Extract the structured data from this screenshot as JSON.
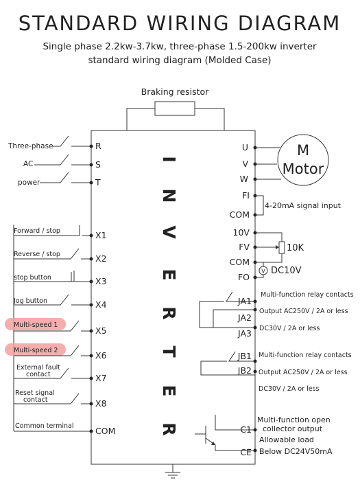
{
  "title": "STANDARD WIRING DIAGRAM",
  "subtitle_line1": "Single phase 2.2kw-3.7kw, three-phase 1.5-200kw inverter",
  "subtitle_line2": "standard wiring diagram (Molded Case)",
  "braking_resistor": "Braking resistor",
  "inverter_letters": [
    "I",
    "N",
    "V",
    "E",
    "R",
    "T",
    "E",
    "R"
  ],
  "power_input": {
    "labels": [
      "Three-phase",
      "AC",
      "power"
    ],
    "terminals": [
      "R",
      "S",
      "T"
    ]
  },
  "left_inputs": [
    {
      "label": "Forward / stop",
      "terminal": "X1",
      "highlight": false
    },
    {
      "label": "Reverse / stop",
      "terminal": "X2",
      "highlight": false
    },
    {
      "label": "stop button",
      "terminal": "X3",
      "highlight": false
    },
    {
      "label": "Jog button",
      "terminal": "X4",
      "highlight": false
    },
    {
      "label": "Multi-speed 1",
      "terminal": "X5",
      "highlight": true
    },
    {
      "label": "Multi-speed 2",
      "terminal": "X6",
      "highlight": true
    },
    {
      "label": "External fault contact",
      "terminal": "X7",
      "highlight": false
    },
    {
      "label": "Reset signal contact",
      "terminal": "X8",
      "highlight": false
    }
  ],
  "common_terminal": {
    "label": "Common terminal",
    "terminal": "COM"
  },
  "motor": {
    "terminals": [
      "U",
      "V",
      "W"
    ],
    "label_m": "M",
    "label_motor": "Motor"
  },
  "analog": {
    "fi": "FI",
    "com": "COM",
    "signal_label": "4-20mA signal input",
    "ten_v": "10V",
    "fv": "FV",
    "com2": "COM",
    "fo": "FO",
    "pot_label": "10K",
    "voltmeter_symbol": "V",
    "dc_label": "DC10V"
  },
  "relay_ja": {
    "terminals": [
      "JA1",
      "JA2",
      "JA3"
    ],
    "desc": [
      "Multi-function relay contacts",
      "Output AC250V / 2A or less",
      "DC30V / 2A or less"
    ]
  },
  "relay_jb": {
    "terminals": [
      "JB1",
      "JB2"
    ],
    "desc": [
      "Multi-function relay contacts",
      "Output AC250V / 2A or less",
      "DC30V / 2A or less"
    ]
  },
  "open_collector": {
    "terminals": [
      "C1",
      "CE"
    ],
    "desc": [
      "Multi-function open",
      "collector output",
      "Allowable load",
      "Below DC24V50mA"
    ]
  },
  "colors": {
    "line": "#333333",
    "text": "#222222",
    "highlight": "#f2a0a0"
  }
}
